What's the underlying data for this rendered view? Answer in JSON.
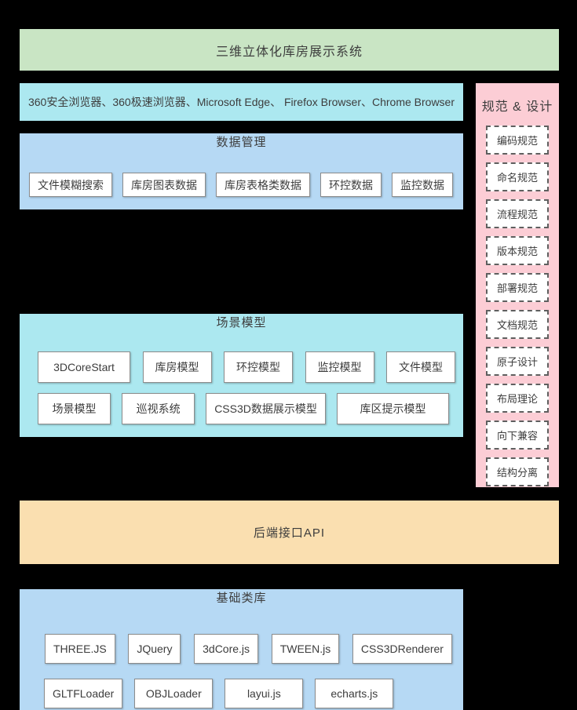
{
  "header": {
    "title": "三维立体化库房展示系统"
  },
  "browsers_bar": {
    "text": "360安全浏览器、360极速浏览器、Microsoft Edge、 Firefox Browser、Chrome Browser"
  },
  "standards": {
    "title": "规范 & 设计",
    "items": [
      "编码规范",
      "命名规范",
      "流程规范",
      "版本规范",
      "部署规范",
      "文档规范",
      "原子设计",
      "布局理论",
      "向下兼容",
      "结构分离"
    ]
  },
  "data_mgmt": {
    "title": "数据管理",
    "items": [
      "文件模糊搜索",
      "库房图表数据",
      "库房表格类数据",
      "环控数据",
      "监控数据"
    ]
  },
  "scene": {
    "title": "场景模型",
    "row1": [
      "3DCoreStart",
      "库房模型",
      "环控模型",
      "监控模型",
      "文件模型"
    ],
    "row2": [
      "场景模型",
      "巡视系统",
      "CSS3D数据展示模型",
      "库区提示模型"
    ]
  },
  "base_lib": {
    "title": "基础类库",
    "row1": [
      "THREE.JS",
      "JQuery",
      "3dCore.js",
      "TWEEN.js",
      "CSS3DRenderer"
    ],
    "row2": [
      "GLTFLoader",
      "OBJLoader",
      "layui.js",
      "echarts.js"
    ]
  },
  "api": {
    "title": "后端接口API"
  },
  "colors": {
    "background": "#000000",
    "green": "#c9e5c4",
    "cyan": "#ace8f0",
    "blue": "#b6d9f4",
    "pink": "#fccdd5",
    "orange": "#fadfb0",
    "box_border": "#8c8c8c",
    "text": "#3d3d3d"
  }
}
